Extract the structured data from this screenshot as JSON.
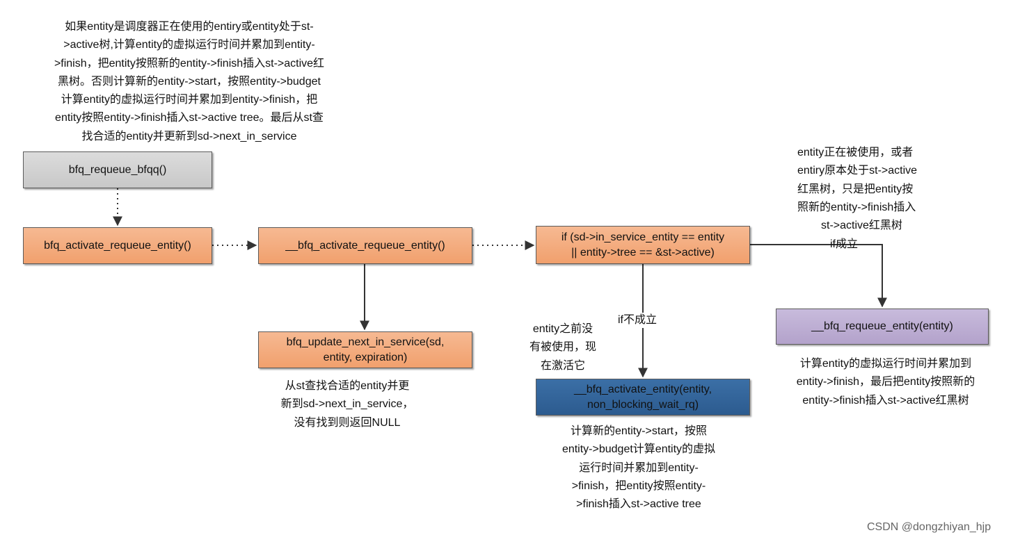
{
  "notes": {
    "top_left": [
      "如果entity是调度器正在使用的entiry或entity处于st-",
      ">active树,计算entity的虚拟运行时间并累加到entity-",
      ">finish，把entity按照新的entity->finish插入st->active红",
      "黑树。否则计算新的entity->start，按照entity->budget",
      "计算entity的虚拟运行时间并累加到entity->finish，把",
      "entity按照entity->finish插入st->active tree。最后从st查",
      "找合适的entity并更新到sd->next_in_service"
    ],
    "right_top": [
      "entity正在被使用，或者",
      "entiry原本处于st->active",
      "红黑树，只是把entity按",
      "照新的entity->finish插入",
      "st->active红黑树"
    ],
    "middle_left": [
      "entity之前没",
      "有被使用，现",
      "在激活它"
    ],
    "update_desc": [
      "从st查找合适的entity并更",
      "新到sd->next_in_service，",
      "没有找到则返回NULL"
    ],
    "activate_desc": [
      "计算新的entity->start，按照",
      "entity->budget计算entity的虚拟",
      "运行时间并累加到entity-",
      ">finish，把entity按照entity-",
      ">finish插入st->active tree"
    ],
    "requeue_desc": [
      "计算entity的虚拟运行时间并累加到",
      "entity->finish，最后把entity按照新的",
      "entity->finish插入st->active红黑树"
    ]
  },
  "boxes": {
    "requeue_bfqq": "bfq_requeue_bfqq()",
    "activate_requeue_entity": "bfq_activate_requeue_entity()",
    "__activate_requeue_entity": "__bfq_activate_requeue_entity()",
    "condition": [
      "if (sd->in_service_entity == entity",
      "|| entity->tree == &st->active)"
    ],
    "update_next_in_service": [
      "bfq_update_next_in_service(sd,",
      "entity, expiration)"
    ],
    "__activate_entity": [
      "__bfq_activate_entity(entity,",
      "non_blocking_wait_rq)"
    ],
    "__requeue_entity": "__bfq_requeue_entity(entity)"
  },
  "edge_labels": {
    "if_true": "if成立",
    "if_false": "if不成立"
  },
  "watermark": "CSDN @dongzhiyan_hjp",
  "colors": {
    "gray": "#c8c8c8",
    "orange": "#f1a06d",
    "purple": "#b3a2cb",
    "blue": "#2c5b8f"
  }
}
